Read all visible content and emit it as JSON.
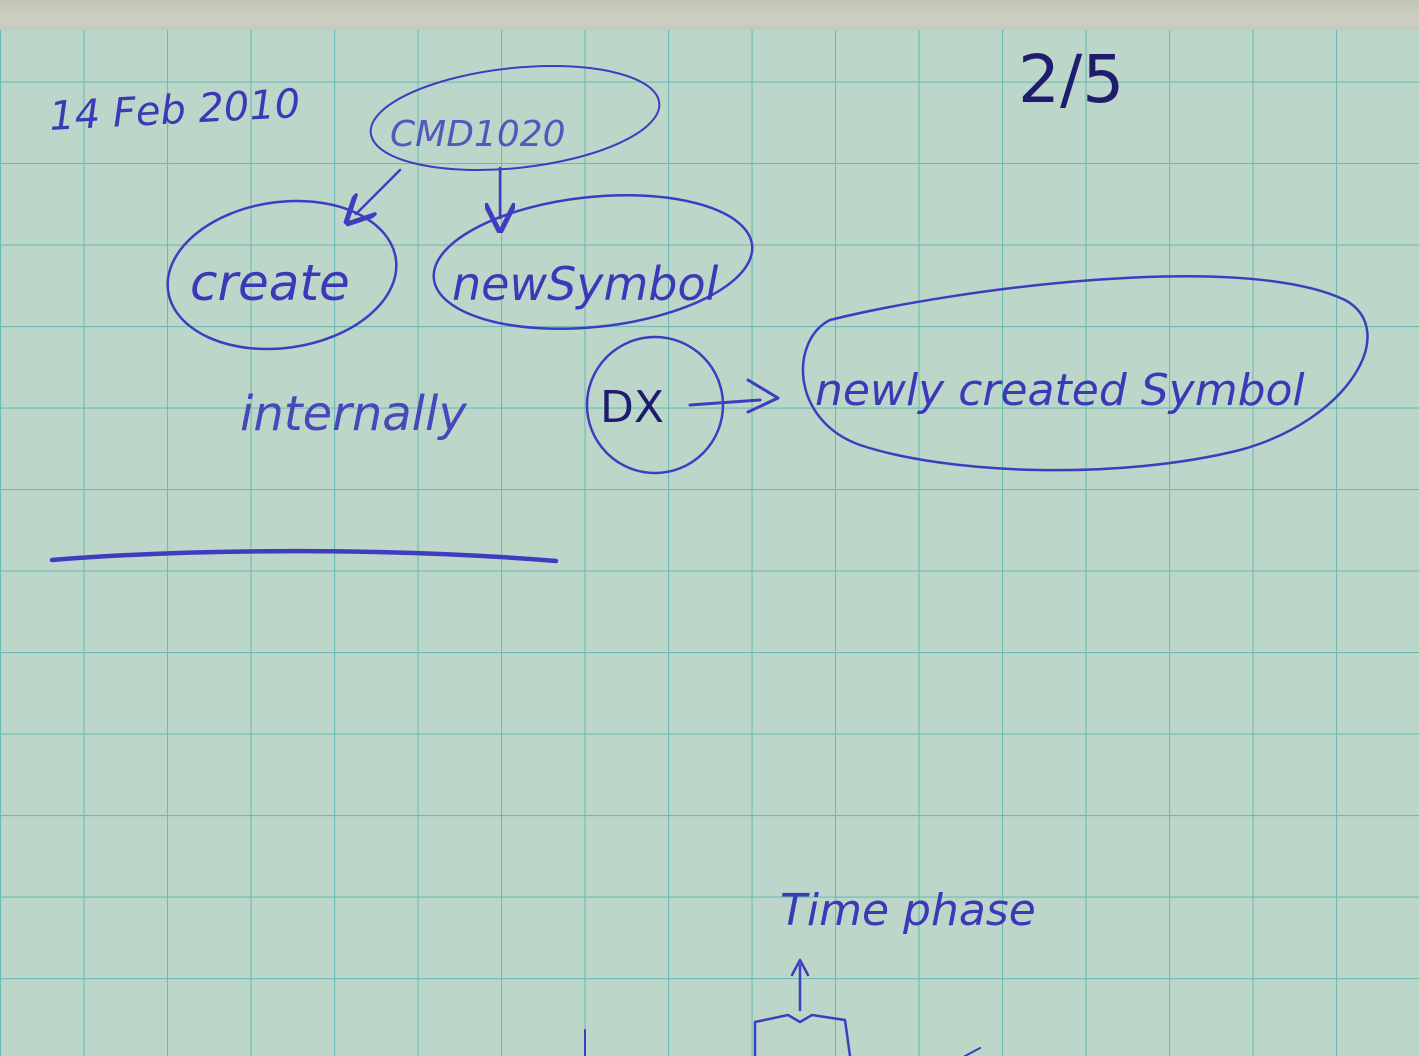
{
  "note": {
    "date": "14 Feb 2010",
    "page_number": "2/5",
    "nodes": {
      "cmd": "CMD1020",
      "create": "create",
      "new_symbol": "newSymbol",
      "dx": "DX",
      "newly_created": "newly created Symbol"
    },
    "internally_label": "internally",
    "time_phase_label": "Time phase"
  },
  "colors": {
    "paper": "#b9d3c6",
    "grid": "#5fb8b0",
    "ink": "#3b39b8",
    "pencil": "#1f1c6e"
  }
}
